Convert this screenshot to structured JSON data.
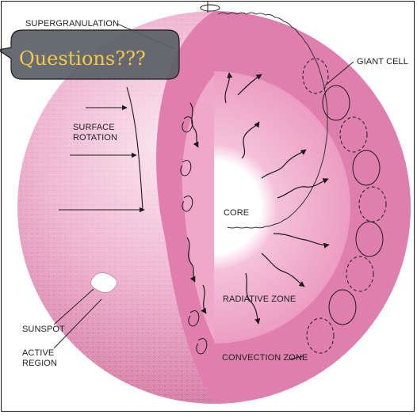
{
  "callout": {
    "text": "Questions???"
  },
  "labels": {
    "supergranulation": "SUPERGRANULATION",
    "giant_cell": "GIANT CELL",
    "surface_rotation": "SURFACE ROTATION",
    "core": "CORE",
    "radiative_zone": "RADIATIVE ZONE",
    "convection_zone": "CONVECTION ZONE",
    "sunspot": "SUNSPOT",
    "active_region": "ACTIVE REGION"
  },
  "colors": {
    "surface_light": "#f7d3e4",
    "surface_mid": "#e6a0c2",
    "surface_dark": "#c9588f",
    "convection_zone": "#df7fad",
    "radiative_zone": "#ef9fc6",
    "core": "#ffffff",
    "callout_fill": "#5a5f66",
    "callout_text": "#f2c94c",
    "line": "#1a1a1a"
  }
}
